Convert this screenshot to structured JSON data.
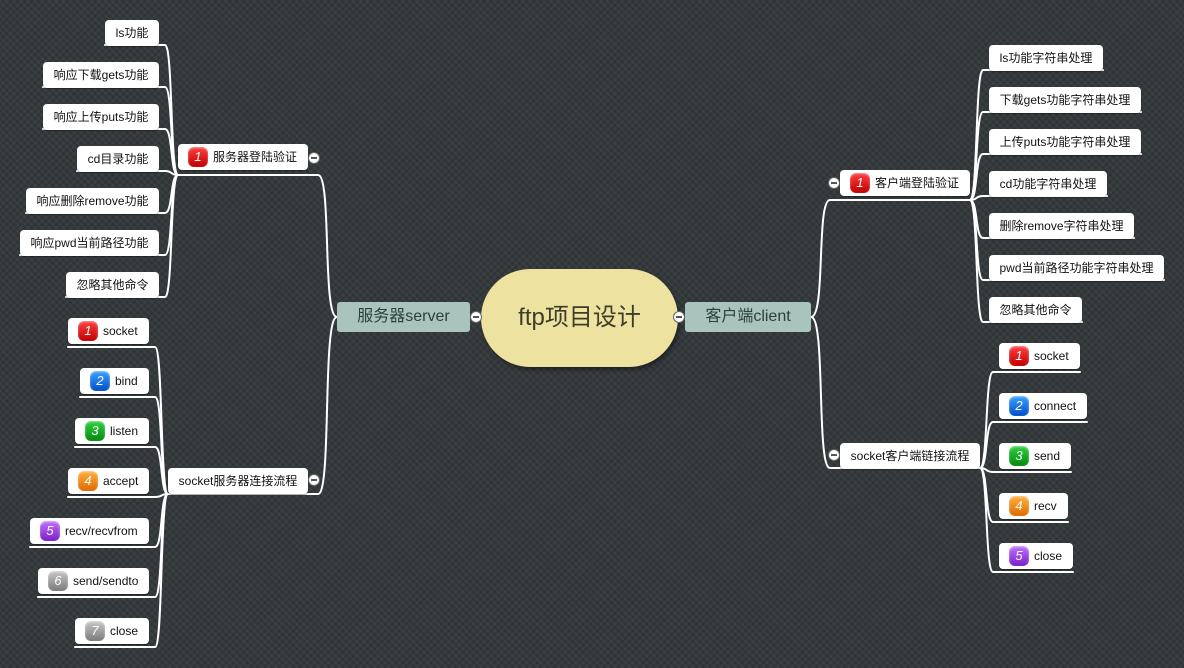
{
  "center": {
    "title": "ftp项目设计"
  },
  "server": {
    "label": "服务器server",
    "login": {
      "badge": "1",
      "label": "服务器登陆验证",
      "items": [
        "ls功能",
        "响应下载gets功能",
        "响应上传puts功能",
        "cd目录功能",
        "响应删除remove功能",
        "响应pwd当前路径功能",
        "忽略其他命令"
      ]
    },
    "flow": {
      "label": "socket服务器连接流程",
      "steps": [
        {
          "badge": "1",
          "label": "socket"
        },
        {
          "badge": "2",
          "label": "bind"
        },
        {
          "badge": "3",
          "label": "listen"
        },
        {
          "badge": "4",
          "label": "accept"
        },
        {
          "badge": "5",
          "label": "recv/recvfrom"
        },
        {
          "badge": "6",
          "label": "send/sendto"
        },
        {
          "badge": "7",
          "label": "close"
        }
      ]
    }
  },
  "client": {
    "label": "客户端client",
    "login": {
      "badge": "1",
      "label": "客户端登陆验证",
      "items": [
        "ls功能字符串处理",
        "下载gets功能字符串处理",
        "上传puts功能字符串处理",
        "cd功能字符串处理",
        "删除remove字符串处理",
        "pwd当前路径功能字符串处理",
        "忽略其他命令"
      ]
    },
    "flow": {
      "label": "socket客户端链接流程",
      "steps": [
        {
          "badge": "1",
          "label": "socket"
        },
        {
          "badge": "2",
          "label": "connect"
        },
        {
          "badge": "3",
          "label": "send"
        },
        {
          "badge": "4",
          "label": "recv"
        },
        {
          "badge": "5",
          "label": "close"
        }
      ]
    }
  },
  "colors": {
    "background": "#34393c",
    "center_fill": "#ede29f",
    "main_branch_fill": "#a9c4bd",
    "connector": "#ffffff",
    "badge_1": "#e01010",
    "badge_2": "#1a78e8",
    "badge_3": "#18b028",
    "badge_4": "#f08820",
    "badge_5": "#9a40e0",
    "badge_6": "#a0a0a0",
    "badge_7": "#a0a0a0"
  }
}
